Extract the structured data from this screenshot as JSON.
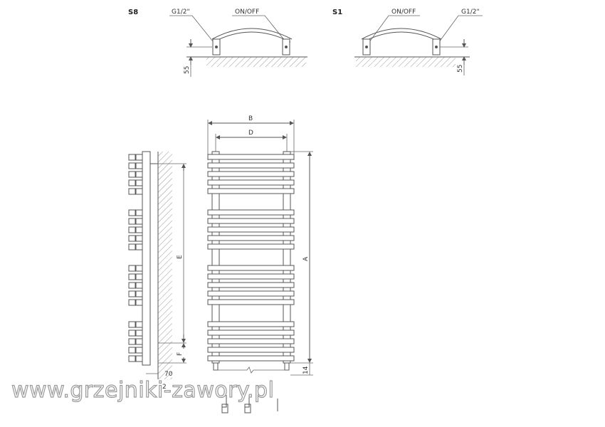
{
  "top_left": {
    "title": "S8",
    "label_thread": "G1/2\"",
    "label_valve": "ON/OFF",
    "dim_55": "55"
  },
  "top_right": {
    "title": "S1",
    "label_valve": "ON/OFF",
    "label_thread": "G1/2\"",
    "dim_55": "55"
  },
  "front_view": {
    "dim_B": "B",
    "dim_D": "D",
    "dim_A": "A",
    "dim_14": "14"
  },
  "side_view": {
    "dim_E": "E",
    "dim_F": "F",
    "dim_70": "70",
    "dim_2": "2"
  },
  "watermark": "www.grzejniki-zawory.pl",
  "colors": {
    "line": "#555555",
    "hatch": "#999999",
    "watermark_stroke": "#999999"
  }
}
